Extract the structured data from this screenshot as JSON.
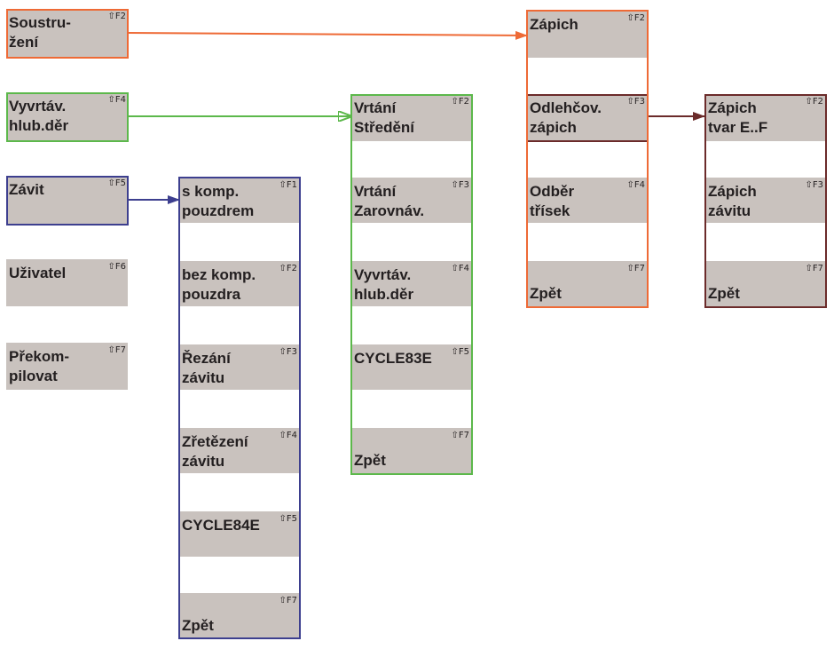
{
  "colors": {
    "orange": "#ee6a36",
    "green": "#5cb84b",
    "blue": "#3d3f8f",
    "brown": "#6b2b2a",
    "button": "#c9c2be",
    "text": "#231f20"
  },
  "root_menu": [
    {
      "label": "Soustru-\nžení",
      "key": "⇧F2"
    },
    {
      "label": "Vyvrtáv.\nhlub.děr",
      "key": "⇧F4"
    },
    {
      "label": "Závit",
      "key": "⇧F5"
    },
    {
      "label": "Uživatel",
      "key": "⇧F6"
    },
    {
      "label": "Překom-\npilovat",
      "key": "⇧F7"
    }
  ],
  "thread_menu": [
    {
      "label": "s komp.\npouzdrem",
      "key": "⇧F1"
    },
    {
      "label": "bez komp.\npouzdra",
      "key": "⇧F2"
    },
    {
      "label": "Řezání\nzávitu",
      "key": "⇧F3"
    },
    {
      "label": "Zřetězení\nzávitu",
      "key": "⇧F4"
    },
    {
      "label": "CYCLE84E",
      "key": "⇧F5"
    },
    {
      "label": "Zpět",
      "key": "⇧F7"
    }
  ],
  "drilling_menu": [
    {
      "label": "Vrtání\nStředění",
      "key": "⇧F2"
    },
    {
      "label": "Vrtání\nZarovnáv.",
      "key": "⇧F3"
    },
    {
      "label": "Vyvrtáv.\nhlub.děr",
      "key": "⇧F4"
    },
    {
      "label": "CYCLE83E",
      "key": "⇧F5"
    },
    {
      "label": "Zpět",
      "key": "⇧F7"
    }
  ],
  "turning_menu": [
    {
      "label": "Zápich",
      "key": "⇧F2"
    },
    {
      "label": "Odlehčov.\nzápich",
      "key": "⇧F3"
    },
    {
      "label": "Odběr\ntřísek",
      "key": "⇧F4"
    },
    {
      "label": "Zpět",
      "key": "⇧F7"
    }
  ],
  "undercut_menu": [
    {
      "label": "Zápich\ntvar E..F",
      "key": "⇧F2"
    },
    {
      "label": "Zápich\nzávitu",
      "key": "⇧F3"
    },
    {
      "label": "Zpět",
      "key": "⇧F7"
    }
  ]
}
